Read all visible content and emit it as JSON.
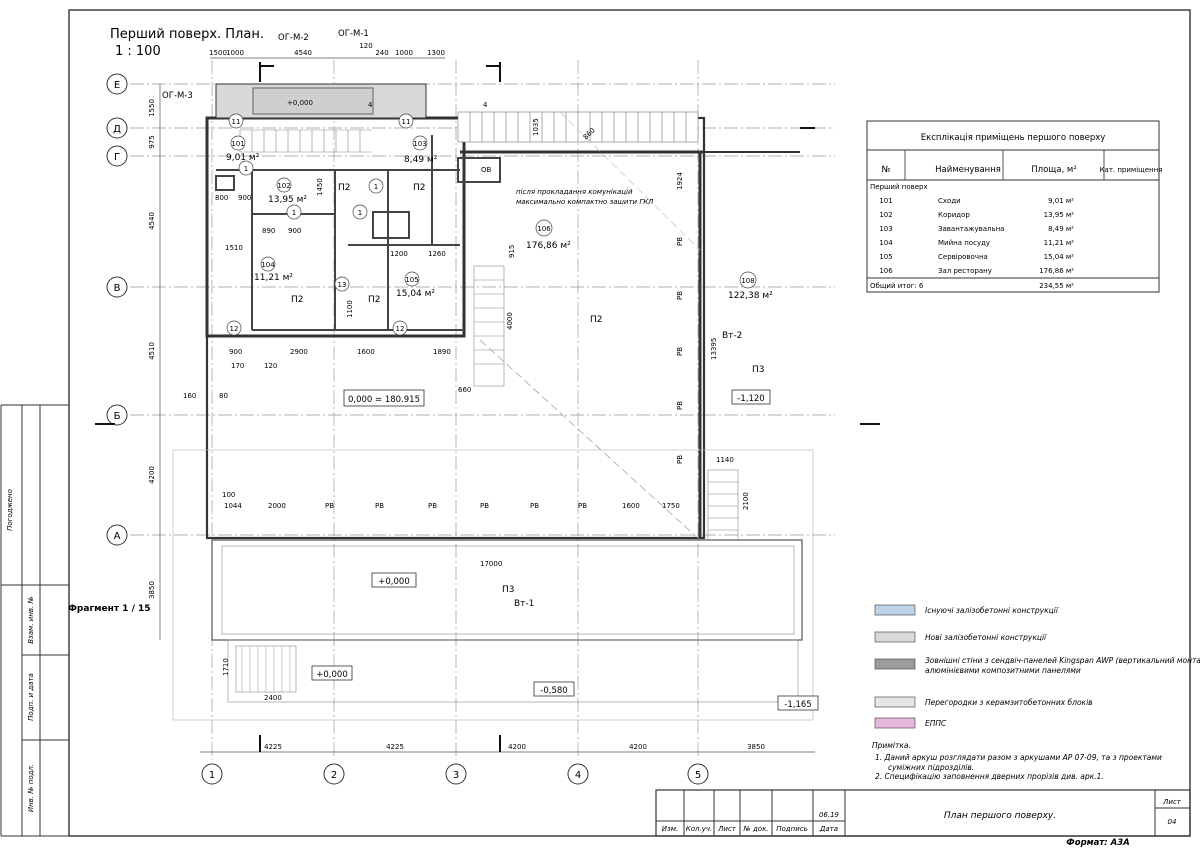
{
  "sheet": {
    "title": "Перший поверх. План.",
    "scale": "1 : 100",
    "fragment": "Фрагмент 1 / 15",
    "sidebar": [
      "Погоджено",
      "Взам. инв. №",
      "Подп. и дата",
      "Инв. № подл."
    ]
  },
  "axes": {
    "rows": [
      "Е",
      "Д",
      "Г",
      "В",
      "Б",
      "А"
    ],
    "cols": [
      "1",
      "2",
      "3",
      "4",
      "5"
    ],
    "row_dims": [
      "1550",
      "975",
      "4540",
      "4510",
      "4200",
      "3850"
    ],
    "col_dims": [
      "4225",
      "4225",
      "4200",
      "4200",
      "3850"
    ]
  },
  "sections": [
    "ОГ-М-2",
    "ОГ-М-1",
    "ОГ-М-3"
  ],
  "top_dims": [
    "1500",
    "1000",
    "4540",
    "120",
    "240",
    "1000",
    "1300"
  ],
  "rooms": [
    {
      "id": "101",
      "area": "9,01 м²"
    },
    {
      "id": "102",
      "area": "13,95 м²"
    },
    {
      "id": "103",
      "area": "8,49 м²"
    },
    {
      "id": "104",
      "area": "11,21 м²"
    },
    {
      "id": "105",
      "area": "15,04 м²"
    },
    {
      "id": "106",
      "area": "176,86 м²"
    },
    {
      "id": "108",
      "area": "122,38 м²"
    }
  ],
  "zones": [
    "П2",
    "П3",
    "Вт-1",
    "Вт-2"
  ],
  "levels": {
    "top": "+0,000",
    "main": "0,000 = 180.915",
    "terrace": "+0,000",
    "low1": "+0,000",
    "low2": "-0,580",
    "low3": "-1,165",
    "right": "-1,120"
  },
  "marks": [
    "1",
    "11",
    "12",
    "13",
    "4",
    "2",
    "3",
    "ОВ"
  ],
  "inner_dims": [
    "900",
    "800",
    "1510",
    "890",
    "900",
    "2900",
    "1600",
    "900",
    "1890",
    "1200",
    "1260",
    "120",
    "170",
    "160",
    "80",
    "100",
    "1044",
    "2000",
    "1600",
    "1750",
    "17000",
    "2400",
    "1710",
    "1140",
    "2100",
    "915",
    "4000",
    "13395",
    "1924",
    "1035",
    "860",
    "1450",
    "660",
    "1100"
  ],
  "wall_codes": [
    "РВ",
    "РВ",
    "РВ",
    "РВ",
    "РВ",
    "РВ"
  ],
  "note_comm": [
    "після прокладання комунікацій",
    "максимально компактно зашити ГКЛ"
  ],
  "explication": {
    "title": "Експлікація приміщень першого поверху",
    "headers": [
      "№",
      "Найменування",
      "Площа, м²",
      "Кат. приміщення"
    ],
    "section": "Перший поверх",
    "rows": [
      [
        "101",
        "Сходи",
        "9,01 м²",
        ""
      ],
      [
        "102",
        "Коридор",
        "13,95 м²",
        ""
      ],
      [
        "103",
        "Завантажувальна",
        "8,49 м²",
        ""
      ],
      [
        "104",
        "Мийна посуду",
        "11,21 м²",
        ""
      ],
      [
        "105",
        "Сервіровочна",
        "15,04 м²",
        ""
      ],
      [
        "106",
        "Зал ресторану",
        "176,86 м²",
        ""
      ]
    ],
    "total_label": "Общий итог: 6",
    "total_value": "234,55 м²"
  },
  "legend": [
    {
      "label": "Існуючі залізобетонні конструкції",
      "color": "#bcd3e8"
    },
    {
      "label": "Нові залізобетонні конструкції",
      "color": "#d8d8d8"
    },
    {
      "label": "Зовнішні стіни з сендвіч-панелей Kingspan AWP (вертикальний монтаж) з облицюванням",
      "label2": "алюмінієвими композитними панелями",
      "color": "#9a9a9a"
    },
    {
      "label": "Перегородки з керамзитобетонних блоків",
      "color": "#e6e6e6"
    },
    {
      "label": "ЕППС",
      "color": "#e7b7dc"
    }
  ],
  "notes": {
    "title": "Примітка.",
    "items": [
      "1.  Даний аркуш розглядати разом з аркушами АР 07-09, та з проектами",
      "суміжних підрозділів.",
      "2.  Специфікацію заповнення дверних прорізів див. арк.1."
    ]
  },
  "stamp": {
    "cols": [
      "Изм.",
      "Кол.уч.",
      "Лист",
      "№ док.",
      "Подпись",
      "Дата"
    ],
    "date": "06.19",
    "title": "План першого поверху.",
    "sheet_label": "Лист",
    "sheet_no": "04",
    "format": "Формат: А3А"
  }
}
